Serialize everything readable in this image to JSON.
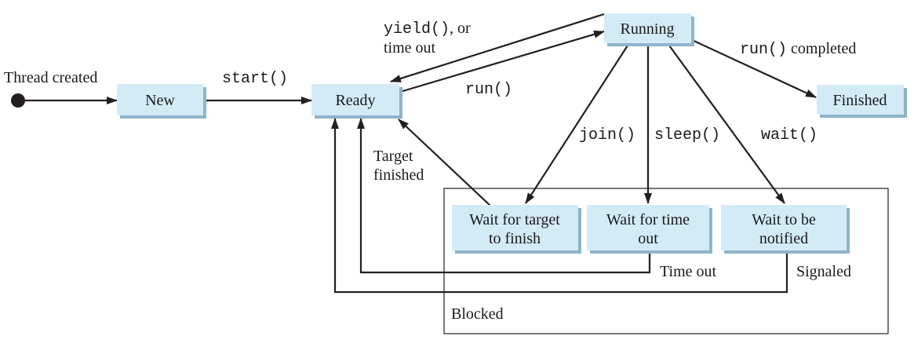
{
  "states": {
    "new": "New",
    "ready": "Ready",
    "running": "Running",
    "finished": "Finished",
    "wait_target_l1": "Wait for target",
    "wait_target_l2": "to finish",
    "wait_time_l1": "Wait for time",
    "wait_time_l2": "out",
    "wait_notify_l1": "Wait to be",
    "wait_notify_l2": "notified"
  },
  "group": {
    "blocked": "Blocked"
  },
  "labels": {
    "thread_created": "Thread created",
    "start": "start()",
    "yield_code": "yield()",
    "yield_rest": ", or",
    "time_out_line": "time out",
    "run": "run()",
    "run_completed_code": "run()",
    "run_completed_rest": " completed",
    "join": "join()",
    "sleep": "sleep()",
    "wait": "wait()",
    "target_l1": "Target",
    "target_l2": "finished",
    "time_out": "Time out",
    "signaled": "Signaled"
  },
  "colors": {
    "state_fill": "#d3ebf7",
    "state_shadow": "#8fb4c8",
    "line": "#231f20"
  }
}
